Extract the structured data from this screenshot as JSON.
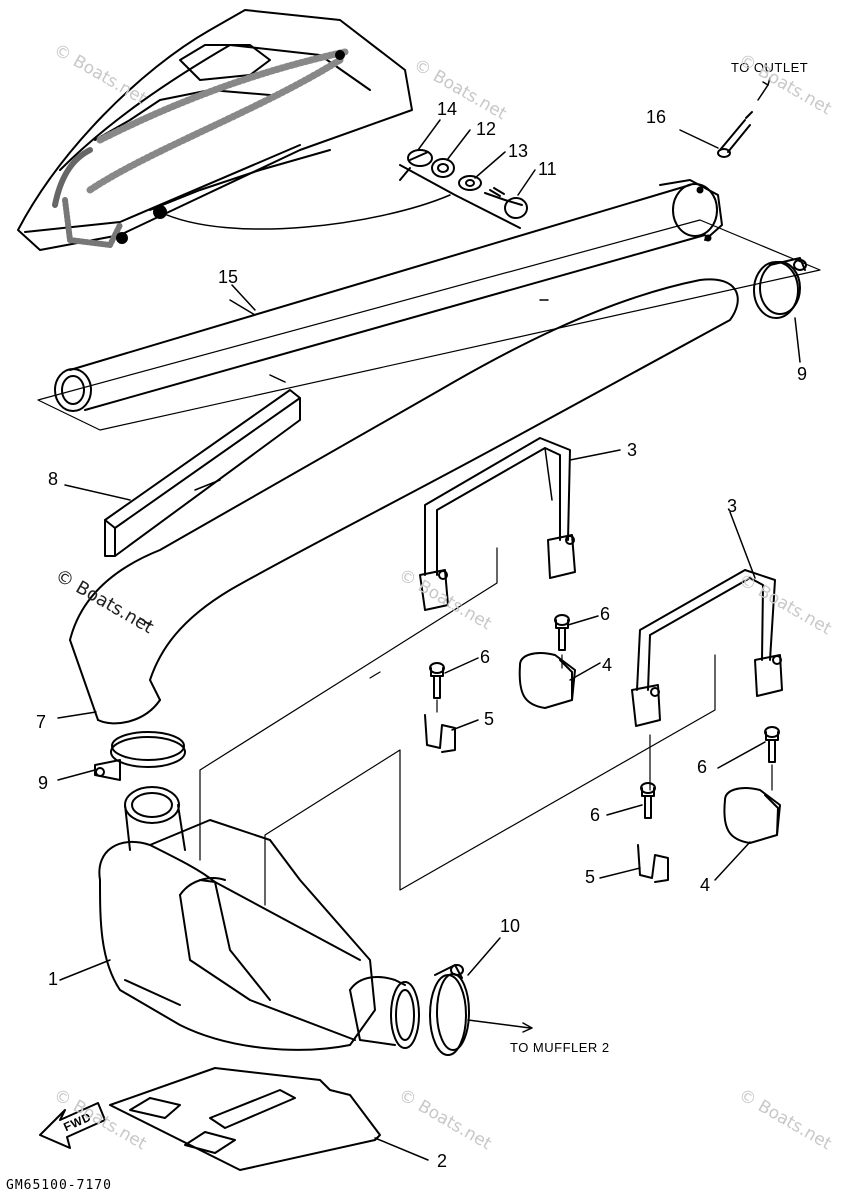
{
  "callouts": {
    "n1": "1",
    "n2": "2",
    "n3a": "3",
    "n3b": "3",
    "n4a": "4",
    "n4b": "4",
    "n5a": "5",
    "n5b": "5",
    "n6a": "6",
    "n6b": "6",
    "n6c": "6",
    "n6d": "6",
    "n7": "7",
    "n8": "8",
    "n9a": "9",
    "n9b": "9",
    "n10": "10",
    "n11": "11",
    "n12": "12",
    "n13": "13",
    "n14": "14",
    "n15": "15",
    "n16": "16"
  },
  "notes": {
    "to_outlet": "TO OUTLET",
    "to_muffler": "TO MUFFLER 2",
    "fwd": "FWD"
  },
  "watermark": "© Boats.net",
  "part_code": "GM65100-7170"
}
